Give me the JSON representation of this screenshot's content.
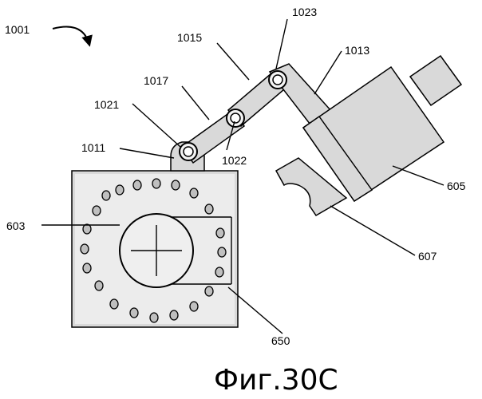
{
  "labels": {
    "assembly": "1001",
    "pivot_top": "1023",
    "link_upper": "1015",
    "actuator_arm": "1013",
    "link_middle": "1017",
    "pivot_bottom": "1021",
    "pivot_middle": "1022",
    "bracket": "1011",
    "actuator_body": "605",
    "block": "603",
    "clamp": "607",
    "holes": "650"
  },
  "caption": "Фиг.30C"
}
